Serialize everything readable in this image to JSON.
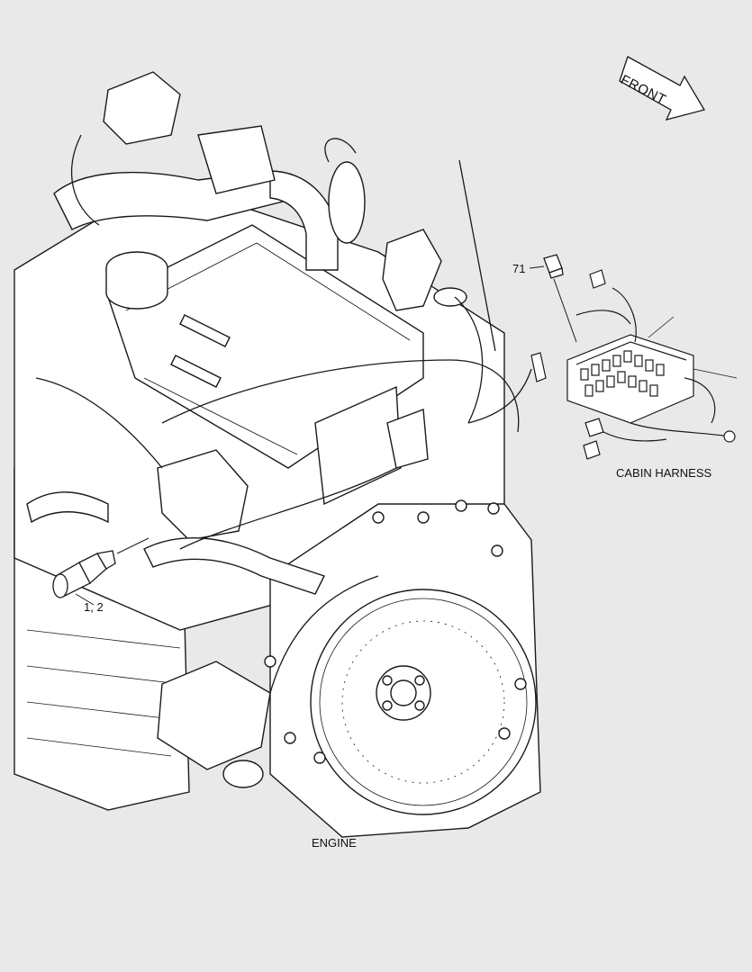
{
  "labels": {
    "engine": "ENGINE",
    "cabin_harness": "CABIN HARNESS",
    "front": "FRONT"
  },
  "callouts": {
    "item_71": "71",
    "item_1_2": "1, 2"
  },
  "colors": {
    "background": "#e9e9e9",
    "line": "#1a1a1a",
    "part_fill": "#ffffff"
  }
}
